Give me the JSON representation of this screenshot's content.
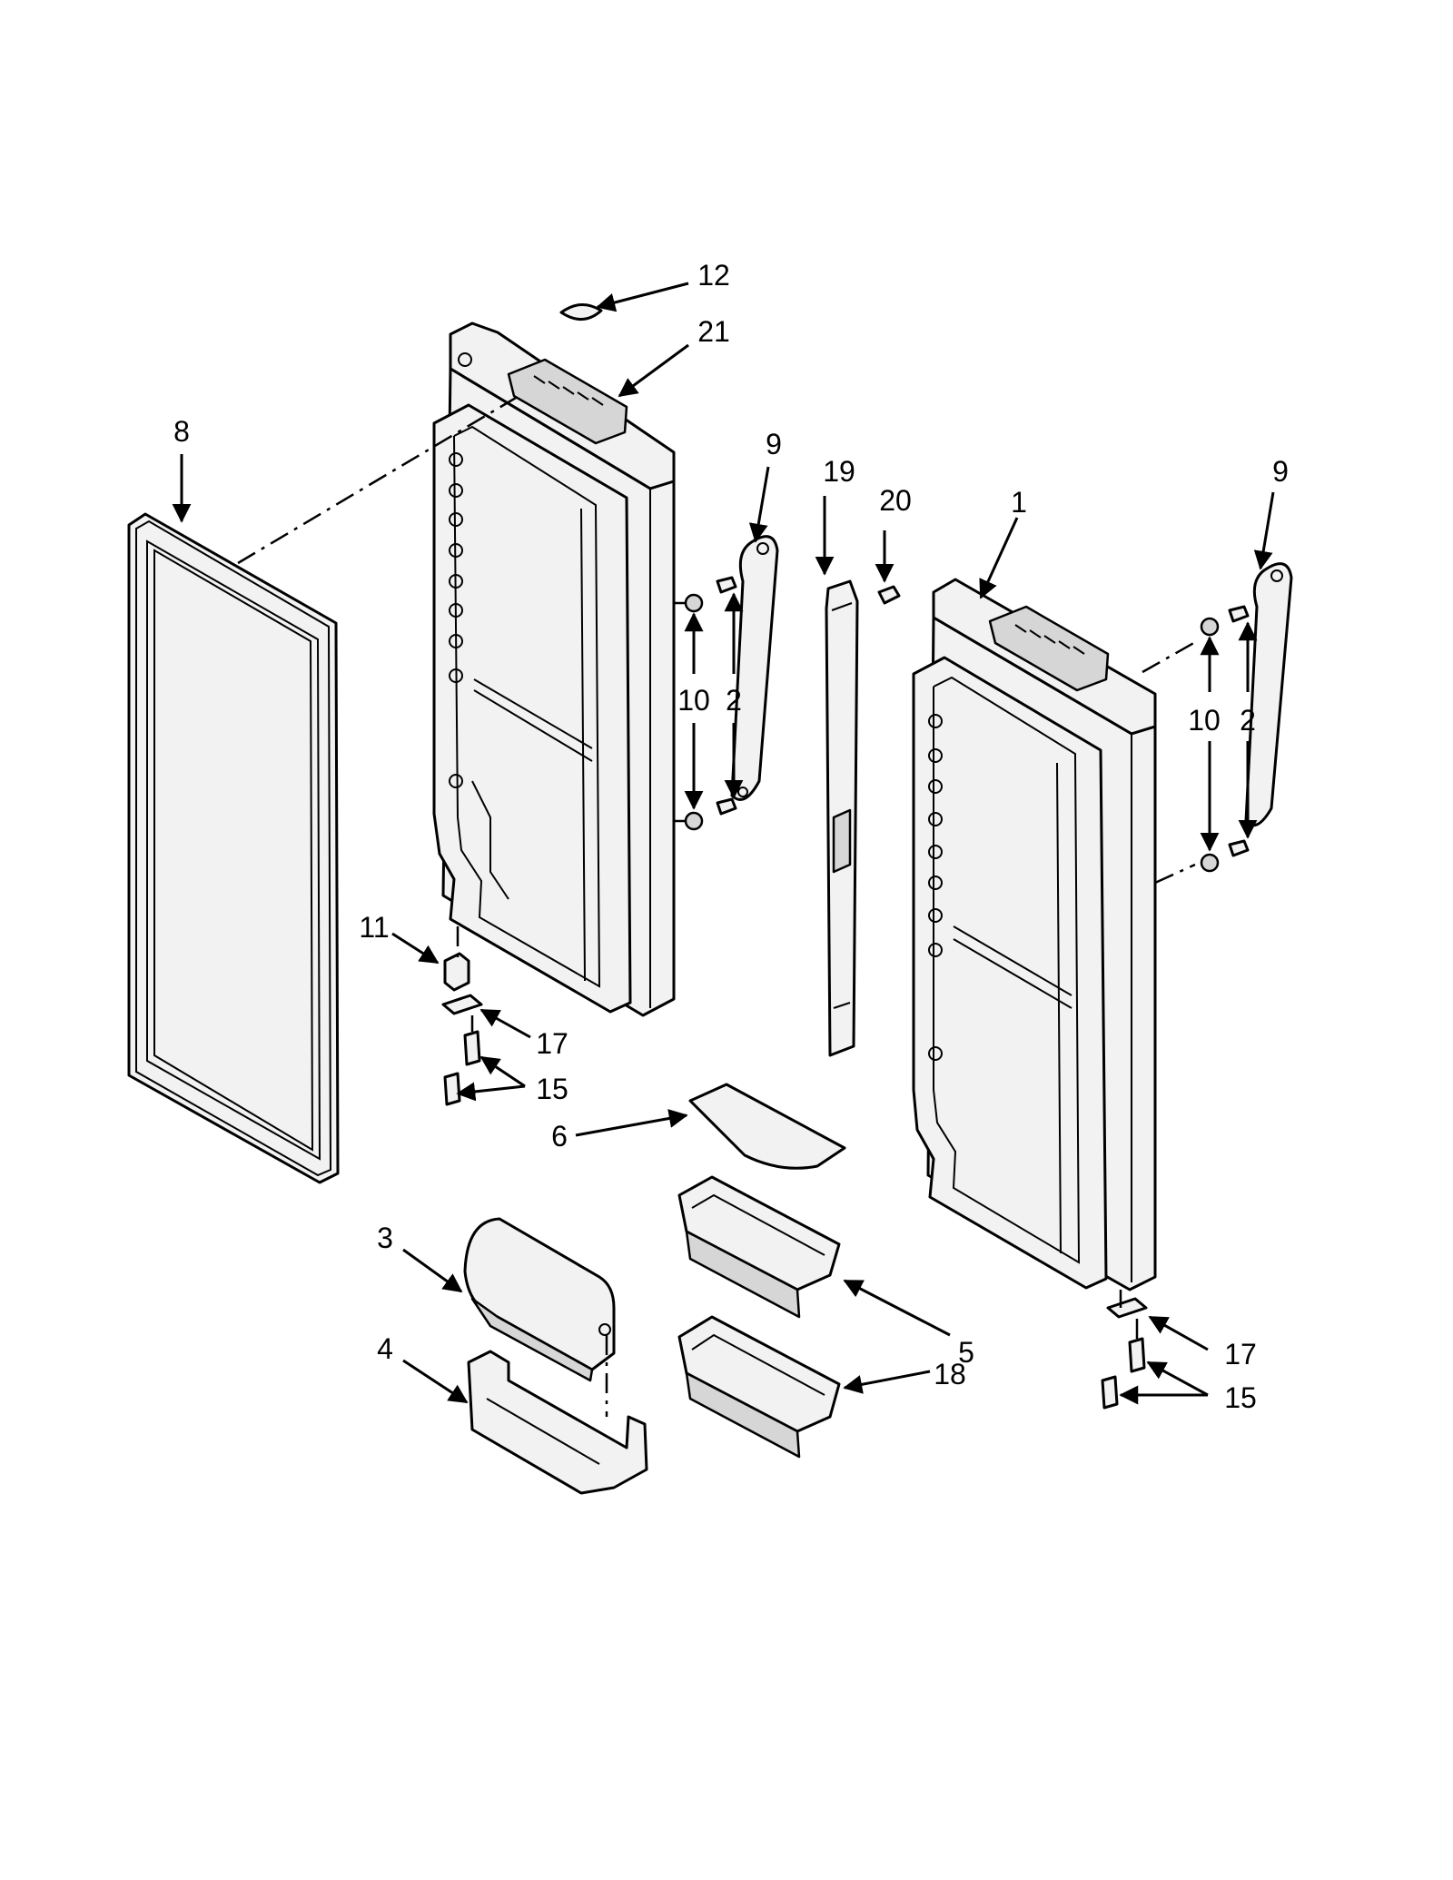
{
  "callouts": [
    {
      "id": "c1",
      "text": "1"
    },
    {
      "id": "c2a",
      "text": "2"
    },
    {
      "id": "c2b",
      "text": "2"
    },
    {
      "id": "c3",
      "text": "3"
    },
    {
      "id": "c4",
      "text": "4"
    },
    {
      "id": "c5",
      "text": "5"
    },
    {
      "id": "c6",
      "text": "6"
    },
    {
      "id": "c8",
      "text": "8"
    },
    {
      "id": "c9a",
      "text": "9"
    },
    {
      "id": "c9b",
      "text": "9"
    },
    {
      "id": "c10a",
      "text": "10"
    },
    {
      "id": "c10b",
      "text": "10"
    },
    {
      "id": "c11",
      "text": "11"
    },
    {
      "id": "c12",
      "text": "12"
    },
    {
      "id": "c15a",
      "text": "15"
    },
    {
      "id": "c15b",
      "text": "15"
    },
    {
      "id": "c17a",
      "text": "17"
    },
    {
      "id": "c17b",
      "text": "17"
    },
    {
      "id": "c18",
      "text": "18"
    },
    {
      "id": "c19",
      "text": "19"
    },
    {
      "id": "c20",
      "text": "20"
    },
    {
      "id": "c21",
      "text": "21"
    }
  ]
}
